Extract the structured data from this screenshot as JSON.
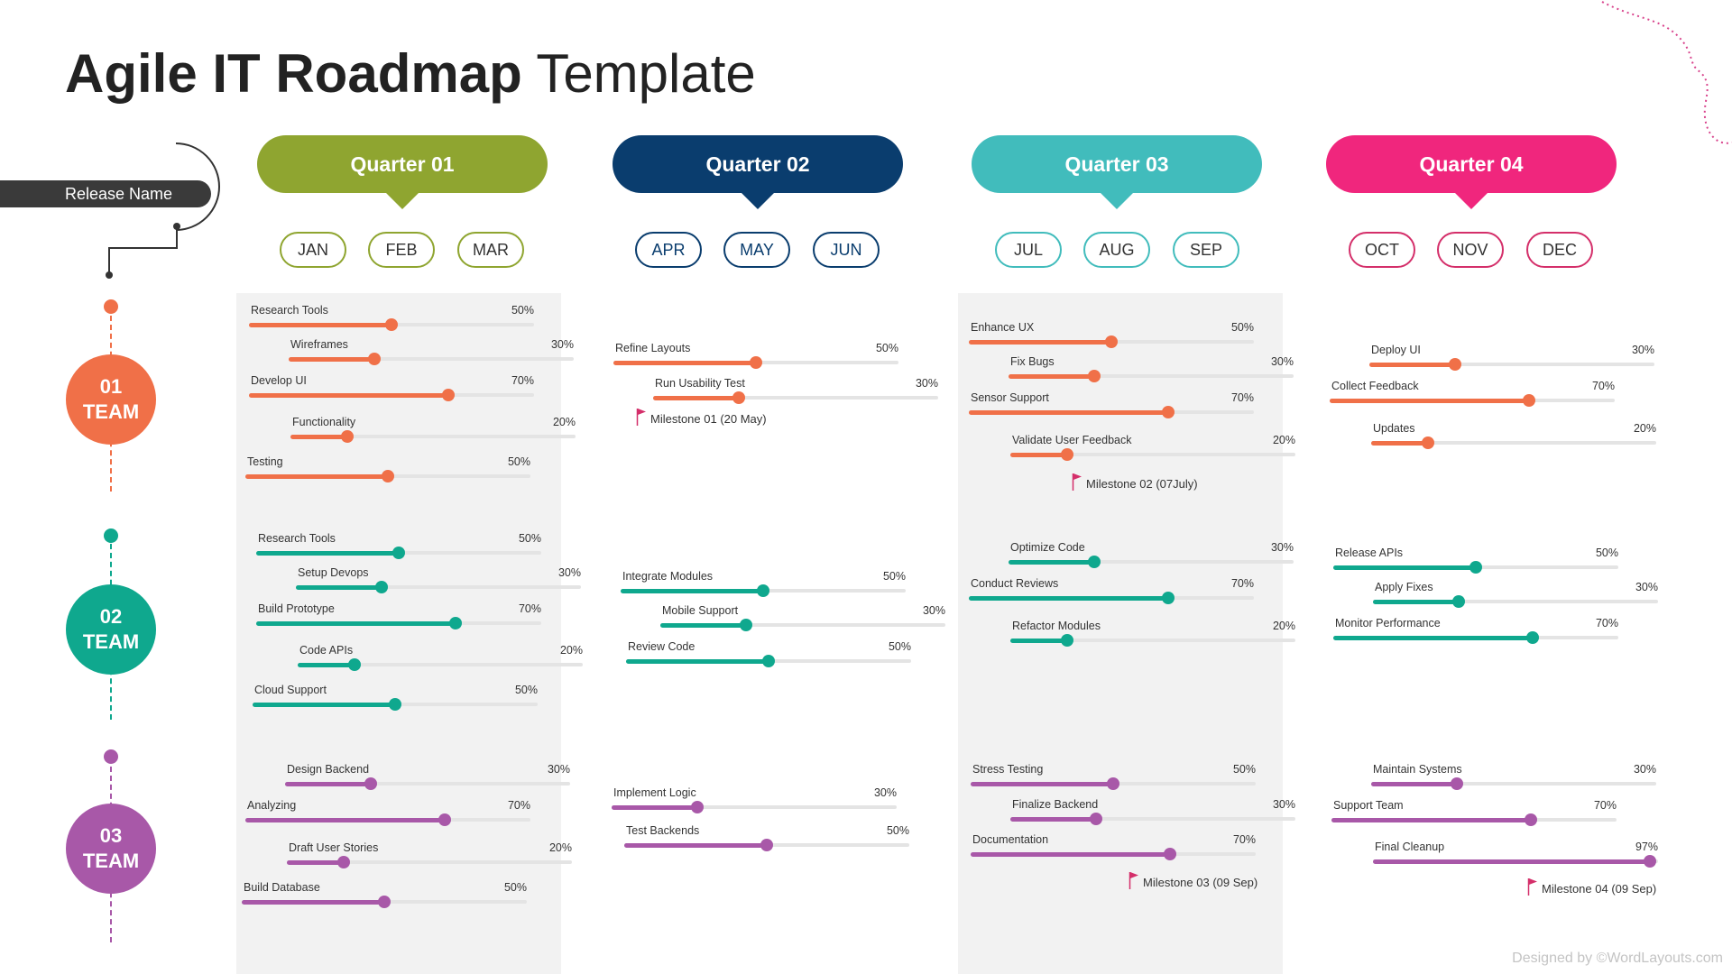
{
  "title_bold": "Agile IT Roadmap",
  "title_light": "Template",
  "release_label": "Release Name",
  "footer": "Designed by ©WordLayouts.com",
  "colors": {
    "q1": "#8fa530",
    "q2": "#0a3d6e",
    "q3": "#41bcbc",
    "q4": "#f0267d",
    "team1": "#f07048",
    "team2": "#0fa88e",
    "team3": "#a858a8",
    "milestone_flag": "#d42f6a"
  },
  "quarters": [
    {
      "label": "Quarter 01",
      "months": [
        "JAN",
        "FEB",
        "MAR"
      ]
    },
    {
      "label": "Quarter 02",
      "months": [
        "APR",
        "MAY",
        "JUN"
      ]
    },
    {
      "label": "Quarter 03",
      "months": [
        "JUL",
        "AUG",
        "SEP"
      ]
    },
    {
      "label": "Quarter 04",
      "months": [
        "OCT",
        "NOV",
        "DEC"
      ]
    }
  ],
  "teams": [
    {
      "num": "01",
      "word": "TEAM"
    },
    {
      "num": "02",
      "word": "TEAM"
    },
    {
      "num": "03",
      "word": "TEAM"
    }
  ],
  "tasks": [
    {
      "label": "Research Tools",
      "pct": "50%",
      "value": 0.5
    },
    {
      "label": "Wireframes",
      "pct": "30%",
      "value": 0.3
    },
    {
      "label": "Develop UI",
      "pct": "70%",
      "value": 0.7
    },
    {
      "label": "Functionality",
      "pct": "20%",
      "value": 0.2
    },
    {
      "label": "Testing",
      "pct": "50%",
      "value": 0.5
    },
    {
      "label": "Refine Layouts",
      "pct": "50%",
      "value": 0.5
    },
    {
      "label": "Run Usability Test",
      "pct": "30%",
      "value": 0.3
    },
    {
      "label": "Enhance UX",
      "pct": "50%",
      "value": 0.5
    },
    {
      "label": "Fix Bugs",
      "pct": "30%",
      "value": 0.3
    },
    {
      "label": "Sensor Support",
      "pct": "70%",
      "value": 0.7
    },
    {
      "label": "Validate User Feedback",
      "pct": "20%",
      "value": 0.2
    },
    {
      "label": "Deploy UI",
      "pct": "30%",
      "value": 0.3
    },
    {
      "label": "Collect Feedback",
      "pct": "70%",
      "value": 0.7
    },
    {
      "label": "Updates",
      "pct": "20%",
      "value": 0.2
    },
    {
      "label": "Research Tools",
      "pct": "50%",
      "value": 0.5
    },
    {
      "label": "Setup Devops",
      "pct": "30%",
      "value": 0.3
    },
    {
      "label": "Build Prototype",
      "pct": "70%",
      "value": 0.7
    },
    {
      "label": "Code APIs",
      "pct": "20%",
      "value": 0.2
    },
    {
      "label": "Cloud Support",
      "pct": "50%",
      "value": 0.5
    },
    {
      "label": "Integrate Modules",
      "pct": "50%",
      "value": 0.5
    },
    {
      "label": "Mobile Support",
      "pct": "30%",
      "value": 0.3
    },
    {
      "label": "Review Code",
      "pct": "50%",
      "value": 0.5
    },
    {
      "label": "Optimize Code",
      "pct": "30%",
      "value": 0.3
    },
    {
      "label": "Conduct Reviews",
      "pct": "70%",
      "value": 0.7
    },
    {
      "label": "Refactor Modules",
      "pct": "20%",
      "value": 0.2
    },
    {
      "label": "Release APIs",
      "pct": "50%",
      "value": 0.5
    },
    {
      "label": "Apply Fixes",
      "pct": "30%",
      "value": 0.3
    },
    {
      "label": "Monitor Performance",
      "pct": "70%",
      "value": 0.7
    },
    {
      "label": "Design Backend",
      "pct": "30%",
      "value": 0.3
    },
    {
      "label": "Analyzing",
      "pct": "70%",
      "value": 0.7
    },
    {
      "label": "Draft User Stories",
      "pct": "20%",
      "value": 0.2
    },
    {
      "label": "Build Database",
      "pct": "50%",
      "value": 0.5
    },
    {
      "label": "Implement Logic",
      "pct": "30%",
      "value": 0.3
    },
    {
      "label": "Test Backends",
      "pct": "50%",
      "value": 0.5
    },
    {
      "label": "Stress Testing",
      "pct": "50%",
      "value": 0.5
    },
    {
      "label": "Finalize Backend",
      "pct": "30%",
      "value": 0.3
    },
    {
      "label": "Documentation",
      "pct": "70%",
      "value": 0.7
    },
    {
      "label": "Maintain Systems",
      "pct": "30%",
      "value": 0.3
    },
    {
      "label": "Support Team",
      "pct": "70%",
      "value": 0.7
    },
    {
      "label": "Final Cleanup",
      "pct": "97%",
      "value": 0.97
    }
  ],
  "milestones": [
    {
      "label": "Milestone 01 (20 May)"
    },
    {
      "label": "Milestone 02 (07July)"
    },
    {
      "label": "Milestone 03 (09 Sep)"
    },
    {
      "label": "Milestone 04 (09 Sep)"
    }
  ]
}
